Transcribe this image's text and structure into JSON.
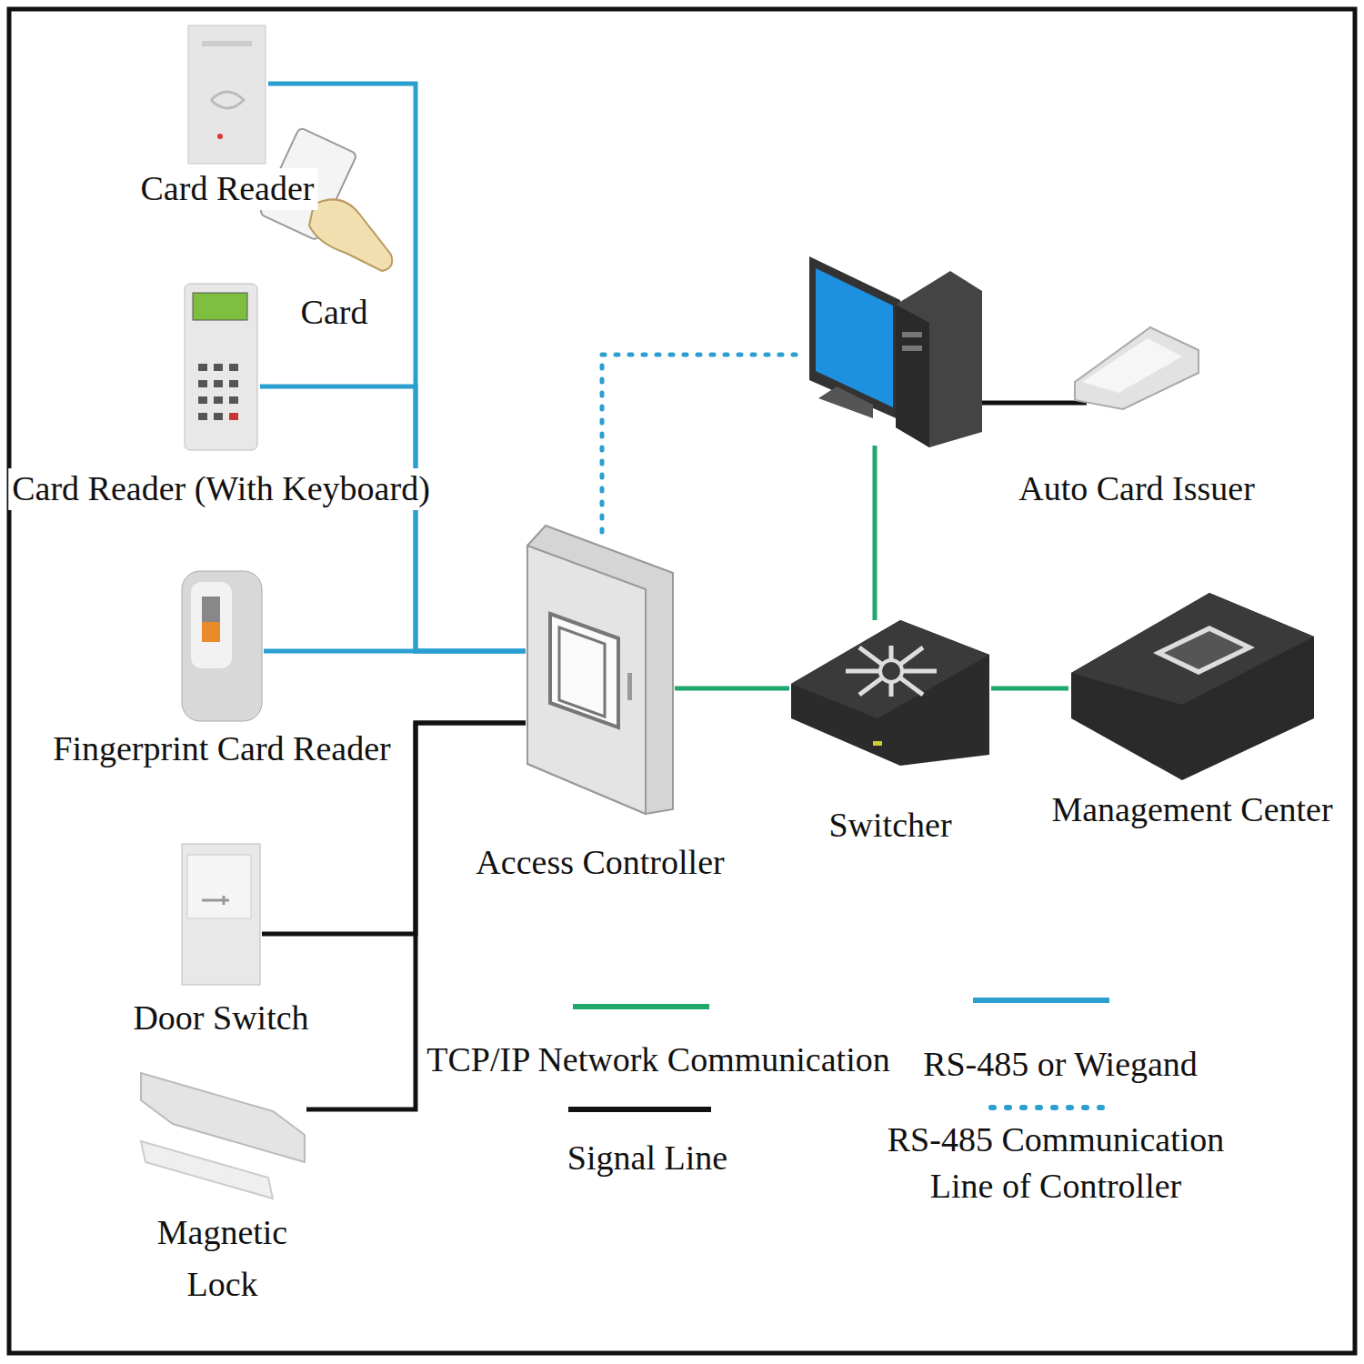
{
  "diagram": {
    "nodes": [
      {
        "text": [
          "Card Reader"
        ]
      },
      {
        "text": [
          "Card"
        ]
      },
      {
        "text": [
          "Card Reader (With Keyboard)"
        ]
      },
      {
        "text": [
          "Auto Card Issuer"
        ]
      },
      {
        "text": [
          "Fingerprint Card Reader"
        ]
      },
      {
        "text": [
          "Access Controller"
        ]
      },
      {
        "text": [
          "Switcher"
        ]
      },
      {
        "text": [
          "Management Center"
        ]
      },
      {
        "text": [
          "Door Switch"
        ]
      },
      {
        "text": [
          "Magnetic Lock"
        ]
      }
    ],
    "edges": [
      {
        "from": 0,
        "to": 5,
        "arrow": "none"
      },
      {
        "from": 2,
        "to": 5,
        "arrow": "none"
      },
      {
        "from": 4,
        "to": 5,
        "arrow": "none"
      },
      {
        "from": 5,
        "to": 6,
        "arrow": "none"
      },
      {
        "from": 6,
        "to": 7,
        "arrow": "none"
      },
      {
        "from": 8,
        "to": 5,
        "arrow": "none"
      },
      {
        "from": 9,
        "to": 5,
        "arrow": "none"
      }
    ],
    "legend": [
      {
        "text": "TCP/IP Network Communication"
      },
      {
        "text": "Signal Line"
      },
      {
        "text": "RS-485 or Wiegand"
      },
      {
        "text": "RS-485 Communication Line of Controller"
      }
    ]
  }
}
